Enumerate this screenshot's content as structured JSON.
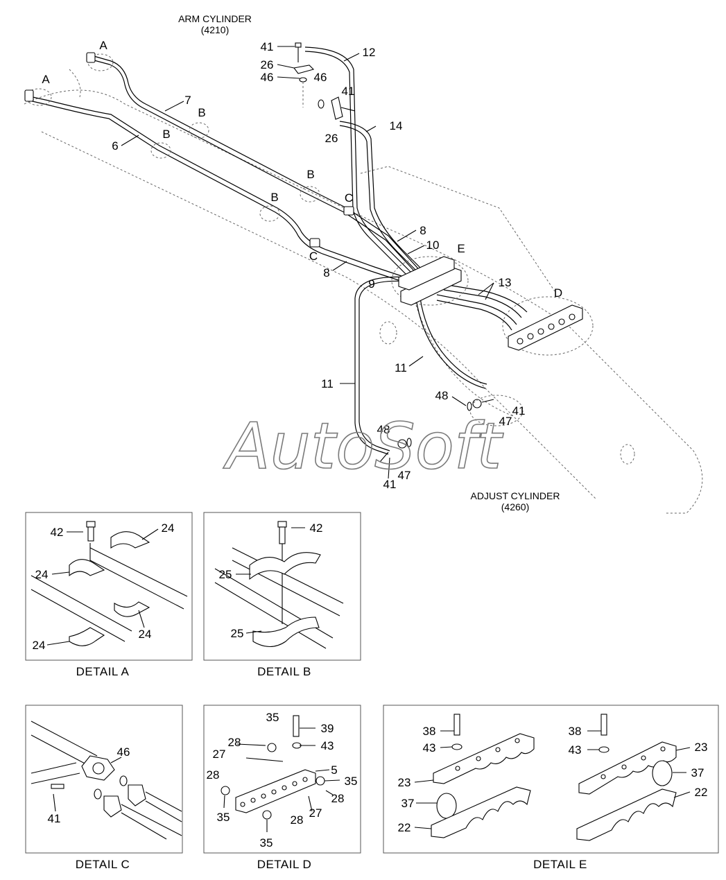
{
  "titles": {
    "arm_cylinder": "ARM CYLINDER",
    "arm_cylinder_code": "(4210)",
    "adjust_cylinder": "ADJUST CYLINDER",
    "adjust_cylinder_code": "(4260)"
  },
  "watermark": "AutoSoft",
  "main_labels": {
    "a1": "A",
    "a2": "A",
    "b1": "B",
    "b2": "B",
    "b3": "B",
    "b4": "B",
    "c1": "C",
    "c2": "C",
    "d": "D",
    "e": "E",
    "p41a": "41",
    "p26a": "26",
    "p46a": "46",
    "p46b": "46",
    "p12": "12",
    "p41b": "41",
    "p14": "14",
    "p26b": "26",
    "p7": "7",
    "p6": "6",
    "p8a": "8",
    "p10": "10",
    "p8b": "8",
    "p9": "9",
    "p13": "13",
    "p11a": "11",
    "p11b": "11",
    "p48a": "48",
    "p41c": "41",
    "p47a": "47",
    "p48b": "48",
    "p41d": "41",
    "p47b": "47"
  },
  "details": {
    "a": {
      "caption": "DETAIL  A",
      "labels": {
        "p42": "42",
        "p24a": "24",
        "p24b": "24",
        "p24c": "24",
        "p24d": "24"
      }
    },
    "b": {
      "caption": "DETAIL  B",
      "labels": {
        "p42": "42",
        "p25a": "25",
        "p25b": "25"
      }
    },
    "c": {
      "caption": "DETAIL  C",
      "labels": {
        "p46": "46",
        "p41": "41"
      }
    },
    "d": {
      "caption": "DETAIL  D",
      "labels": {
        "p35a": "35",
        "p39": "39",
        "p28a": "28",
        "p43": "43",
        "p27a": "27",
        "p5": "5",
        "p28b": "28",
        "p35b": "35",
        "p28c": "28",
        "p35c": "35",
        "p27b": "27",
        "p28d": "28",
        "p35d": "35"
      }
    },
    "e": {
      "caption": "DETAIL E",
      "labels": {
        "p38a": "38",
        "p43a": "43",
        "p23a": "23",
        "p37a": "37",
        "p22a": "22",
        "p38b": "38",
        "p43b": "43",
        "p23b": "23",
        "p37b": "37",
        "p22b": "22"
      }
    }
  }
}
